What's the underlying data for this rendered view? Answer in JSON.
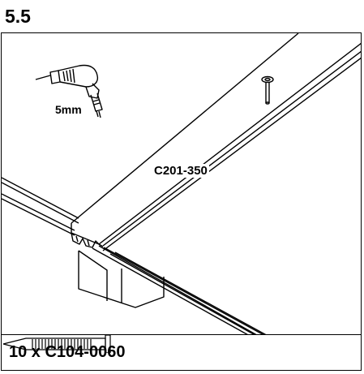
{
  "step": {
    "number": "5.5"
  },
  "drill": {
    "label": "5mm",
    "icon": "drill-icon"
  },
  "part": {
    "code": "C201-350"
  },
  "hardware": {
    "quantity_text": "10 x C104-0060",
    "icon": "nail-icon"
  },
  "colors": {
    "line": "#000000",
    "background": "#ffffff"
  }
}
